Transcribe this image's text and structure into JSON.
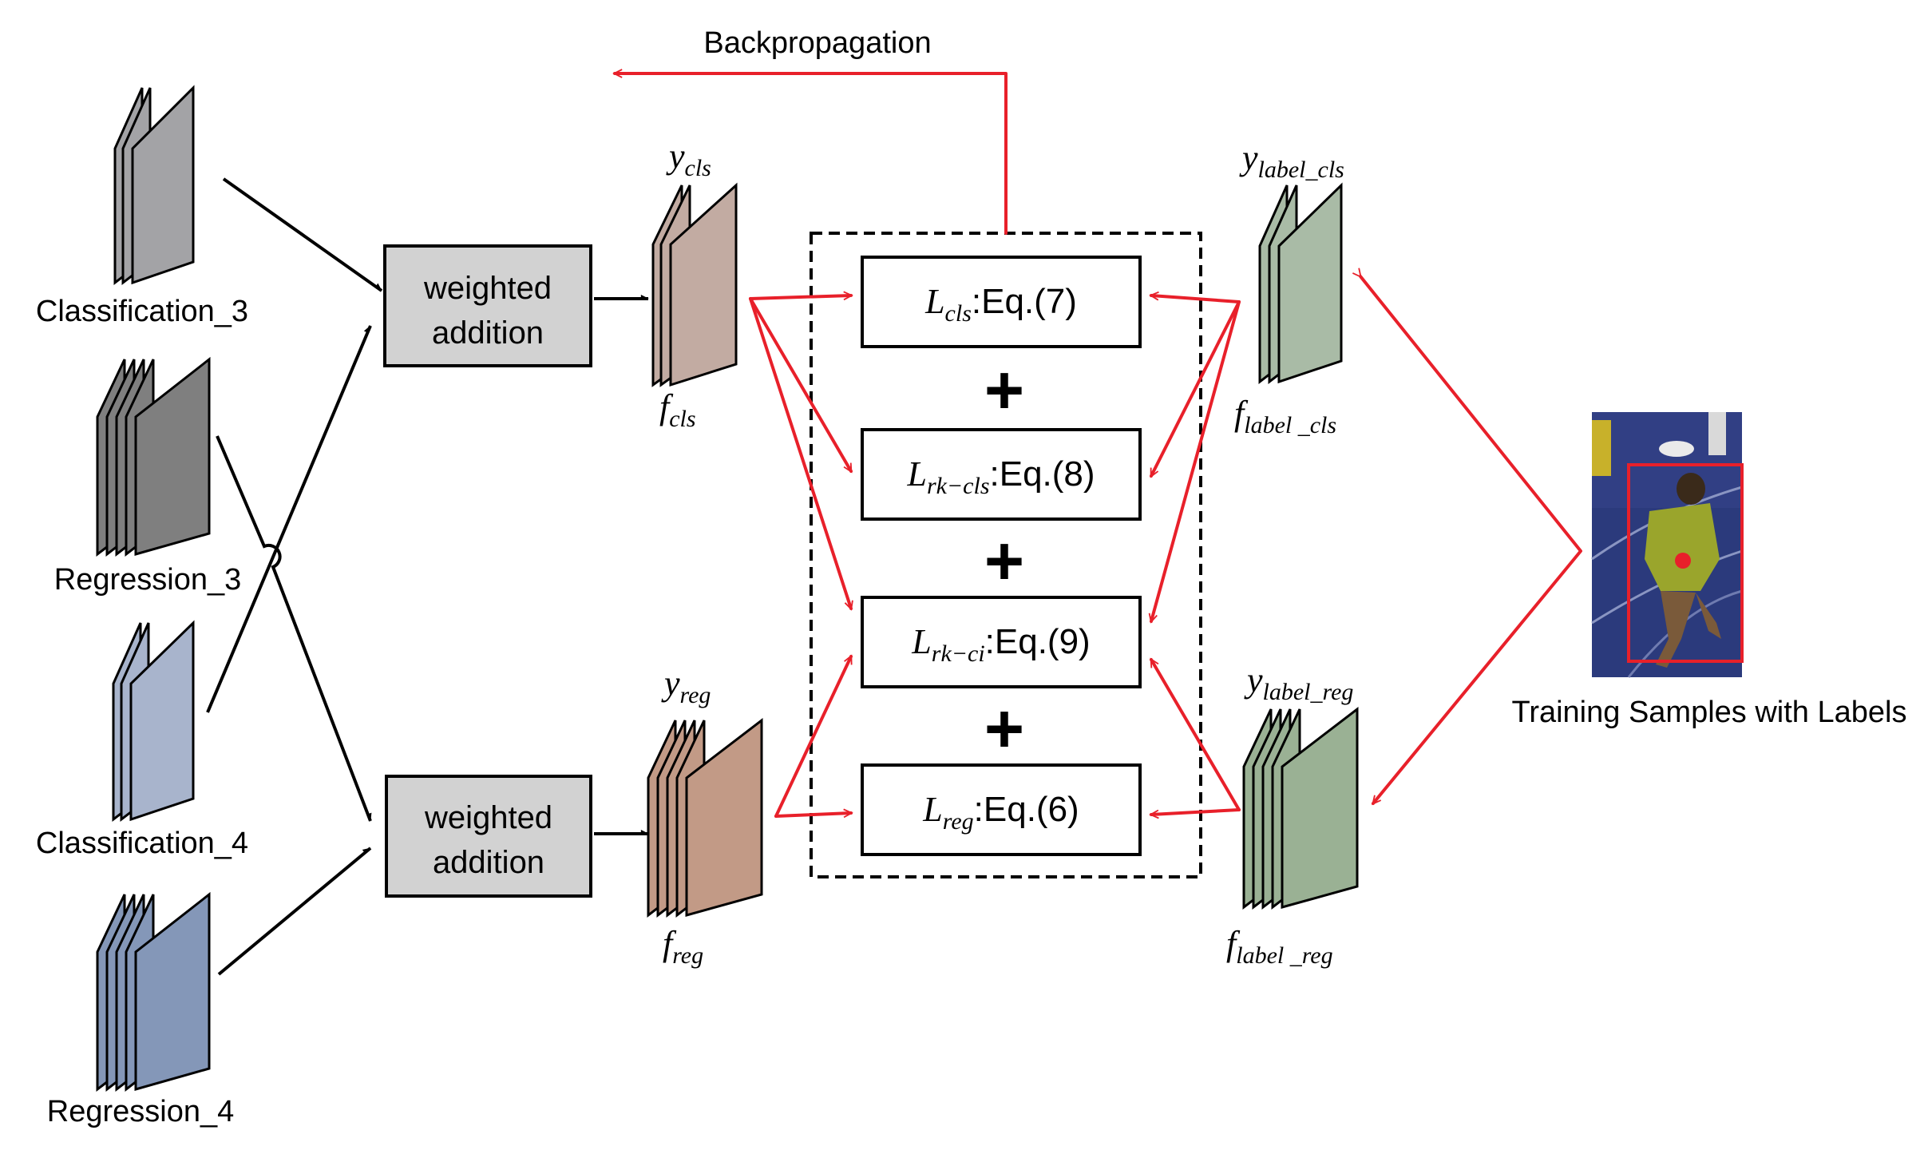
{
  "backprop_label": "Backpropagation",
  "inputs": {
    "classification_3": "Classification_3",
    "regression_3": "Regression_3",
    "classification_4": "Classification_4",
    "regression_4": "Regression_4"
  },
  "weighted_addition": {
    "line1": "weighted",
    "line2": "addition"
  },
  "predictions": {
    "y_cls": {
      "base": "y",
      "sub": "cls"
    },
    "f_cls": {
      "base": "f",
      "sub": "cls"
    },
    "y_reg": {
      "base": "y",
      "sub": "reg"
    },
    "f_reg": {
      "base": "f",
      "sub": "reg"
    }
  },
  "labels": {
    "y_label_cls": {
      "base": "y",
      "sub": "label_cls"
    },
    "f_label_cls": {
      "base": "f",
      "sub": "label _cls"
    },
    "y_label_reg": {
      "base": "y",
      "sub": "label_reg"
    },
    "f_label_reg": {
      "base": "f",
      "sub": "label _reg"
    }
  },
  "losses": [
    {
      "base": "L",
      "sub": "cls",
      "eq": ":Eq.(7)"
    },
    {
      "base": "L",
      "sub": "rk−cls",
      "eq": ":Eq.(8)"
    },
    {
      "base": "L",
      "sub": "rk−ci",
      "eq": ":Eq.(9)"
    },
    {
      "base": "L",
      "sub": "reg",
      "eq": ":Eq.(6)"
    }
  ],
  "plus_sign": "+",
  "training_samples_label": "Training Samples with Labels",
  "colors": {
    "arrow_red": "#e8202a",
    "arrow_black": "#000000",
    "gray_light": "#a3a3a6",
    "gray_dark": "#7f7f7f",
    "blue_light": "#a8b4cc",
    "blue_dark": "#8497b8",
    "pink_light": "#c2aba2",
    "pink_dark": "#c29a86",
    "green_light": "#a9bba6",
    "green_dark": "#9ab194",
    "box_gray": "#d2d2d2"
  }
}
